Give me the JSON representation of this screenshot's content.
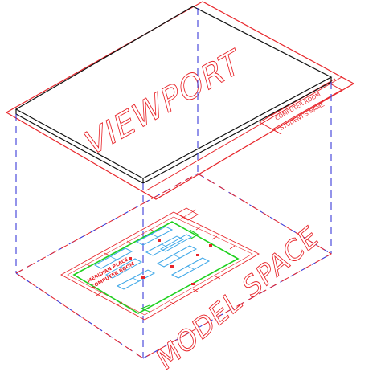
{
  "labels": {
    "viewport": "VIEWPORT",
    "model_space": "MODEL SPACE",
    "title_block_line1": "COMPUTER ROOM",
    "title_block_line2": "STUDENT'S NAME",
    "drawing_label_line1": "MERIDIAN PLACE",
    "drawing_label_line2": "COMPUTER ROOM"
  },
  "colors": {
    "sheet_outline": "#e8262b",
    "viewport_outline": "#111111",
    "projection_lines": "#3b3bd9",
    "walls": "#1fd11f",
    "furniture": "#3fa8e8",
    "dimensions": "#e8262b"
  }
}
